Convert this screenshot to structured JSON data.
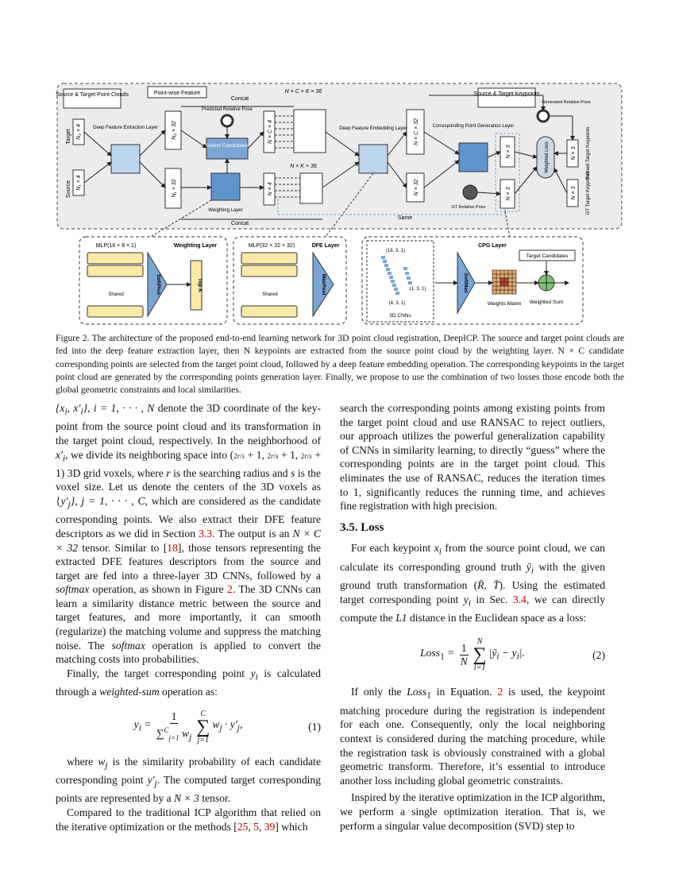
{
  "figure": {
    "boxes": {
      "source_target_clouds": "Source & Target Point Clouds",
      "pointwise": "Point-wise Feature",
      "concat_top": "Concat",
      "concat_bottom": "Concat",
      "predicted_pose": "Predicted Relative Pose",
      "nck36_top": "N × C × K × 36",
      "nk36": "N × K × 36",
      "source_target_kp": "Source & Target Keypoints",
      "generated_pose": "Generated Relative Pose",
      "target": "Target",
      "source": "Source",
      "n2x4": "N₂ × 4",
      "n1x4": "N₁ × 4",
      "dfe_layer": "Deep Feature Extraction Layer",
      "n2x32": "N₂ × 32",
      "n1x32": "N₁ × 32",
      "select": "Select Candidates",
      "nc4": "N × C × 4",
      "n4": "N × 4",
      "weighting_layer": "Weighting Layer",
      "embedding_layer": "Deep Feature Embedding Layer",
      "nc32": "N × C × 32",
      "n32": "N × 32",
      "cpg_layer_label": "Corresponding Point Generation Layer",
      "n3a": "N × 3",
      "n3b": "N × 3",
      "weighted_loss": "Weighted Loss",
      "n3c": "N × 3",
      "n3d": "N × 3",
      "refined": "Refined Target Keypoints",
      "gt_kp": "GT Target Keypoints",
      "gt_pose": "GT Relative Pose",
      "same": "Same"
    },
    "details": {
      "weighting_title": "Weighting Layer",
      "mlp1": "MLP(16 × 8 × 1)",
      "shared1": "Shared",
      "softplus": "SoftPlus",
      "topk": "Top K",
      "dfe_title": "DFE Layer",
      "mlp2": "MLP(32 × 32 × 32)",
      "shared2": "Shared",
      "maxpool": "MaxPool",
      "cpg_title": "CPG Layer",
      "k1": "(16, 3, 1)",
      "k2": "(1, 3, 1)",
      "k3": "(4, 3, 1)",
      "cnn": "3D CNNs",
      "softmax": "SoftMax",
      "target_candidates": "Target Candidates",
      "weights_matrix": "Weights Matrix",
      "weighted_sum": "Weighted Sum"
    }
  },
  "caption": "Figure 2. The architecture of the proposed end-to-end learning network for 3D point cloud registration, DeepICP. The source and target point clouds are fed into the deep feature extraction layer, then N keypoints are extracted from the source point cloud by the weighting layer. N × C candidate corresponding points are selected from the target point cloud, followed by a deep feature embedding operation. The corresponding keypoints in the target point cloud are generated by the corresponding points generation layer. Finally, we propose to use the combination of two losses those encode both the global geometric constraints and local similarities.",
  "left_col": {
    "p1_a": "{x",
    "p1_b": ", x′",
    "p1_c": "}, i = 1, · · · , N",
    "p1_d": " denote the 3D coordinate of the key-point from the source point cloud and its transformation in the target point cloud, respectively. In the neighborhood of ",
    "p1_e": "x′",
    "p1_f": ", we divide its neighboring space into (",
    "p1_g": " + 1, ",
    "p1_h": " + 1, ",
    "p1_i": " + 1) 3D grid voxels, where ",
    "p1_r": "r",
    "p1_j": " is the searching radius and ",
    "p1_s": "s",
    "p1_k": " is the voxel size. Let us denote the centers of the 3D voxels as {",
    "p1_l": "y′",
    "p1_m": "}, j = 1, · · · , C",
    "p1_n": ", which are considered as the candidate corresponding points. We also extract their DFE feature descriptors as we did in Section ",
    "ref_sec33": "3.3",
    "p1_o": ". The output is an ",
    "p1_p": "N × C × 32",
    "p1_q": " tensor. Similar to [",
    "ref18": "18",
    "p1_t": "], those tensors representing the extracted DFE features descriptors from the source and target are fed into a three-layer 3D CNNs, followed by a ",
    "softmax_it": "softmax",
    "p1_u": " operation, as shown in Figure ",
    "ref_fig2": "2",
    "p1_v": ". The 3D CNNs can learn a similarity distance metric between the source and target features, and more importantly, it can smooth (regularize) the matching volume and suppress the matching noise. The ",
    "softmax_it2": "softmax",
    "p1_w": " operation is applied to convert the matching costs into probabilities.",
    "p2_a": "Finally, the target corresponding point ",
    "p2_y": "y",
    "p2_b": " is calculated through a ",
    "weighted_sum_it": "weighted-sum",
    "p2_c": " operation as:",
    "eq1_num": "(1)",
    "p3_a": "where ",
    "p3_w": "w",
    "p3_b": " is the similarity probability of each candidate corresponding point ",
    "p3_y": "y′",
    "p3_c": ". The computed target corresponding points are represented by a ",
    "p3_n3": "N × 3",
    "p3_d": " tensor.",
    "p4_a": "Compared to the traditional ICP algorithm that relied on the iterative optimization or the methods [",
    "ref25": "25",
    "ref5": "5",
    "ref39": "39",
    "p4_b": "] which"
  },
  "right_col": {
    "p1": "search the corresponding points among existing points from the target point cloud and use RANSAC to reject outliers, our approach utilizes the powerful generalization capability of CNNs in similarity learning, to directly “guess” where the corresponding points are in the target point cloud. This eliminates the use of RANSAC, reduces the iteration times to 1, significantly reduces the running time, and achieves fine registration with high precision.",
    "section": "3.5. Loss",
    "p2_a": "For each keypoint ",
    "p2_x": "x",
    "p2_b": " from the source point cloud, we can calculate its corresponding ground truth ",
    "p2_ybar": "ȳ",
    "p2_c": " with the given ground truth transformation (",
    "p2_rt": "R̄, T̄",
    "p2_d": "). Using the estimated target corresponding point ",
    "p2_y": "y",
    "p2_e": " in Sec. ",
    "ref_sec34": "3.4",
    "p2_f": ", we can directly compute the ",
    "p2_l1": "L1",
    "p2_g": " distance in the Euclidean space as a loss:",
    "eq2_num": "(2)",
    "p3_a": "If only the ",
    "p3_loss": "Loss",
    "p3_b": " in Equation. ",
    "ref_eq2": "2",
    "p3_c": " is used, the keypoint matching procedure during the registration is independent for each one. Consequently, only the local neighboring context is considered during the matching procedure, while the registration task is obviously constrained with a global geometric transform. Therefore, it’s essential to introduce another loss including global geometric constraints.",
    "p4": "Inspired by the iterative optimization in the ICP algorithm, we perform a single optimization iteration. That is, we perform a singular value decomposition (SVD) step to"
  }
}
